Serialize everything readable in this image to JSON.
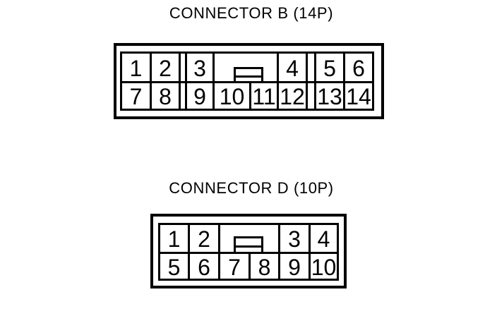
{
  "colors": {
    "background": "#ffffff",
    "line": "#000000"
  },
  "connector_b": {
    "title": "CONNECTOR B (14P)",
    "pins": [
      "1",
      "2",
      "3",
      "4",
      "5",
      "6",
      "7",
      "8",
      "9",
      "10",
      "11",
      "12",
      "13",
      "14"
    ]
  },
  "connector_d": {
    "title": "CONNECTOR D (10P)",
    "pins": [
      "1",
      "2",
      "3",
      "4",
      "5",
      "6",
      "7",
      "8",
      "9",
      "10"
    ]
  }
}
